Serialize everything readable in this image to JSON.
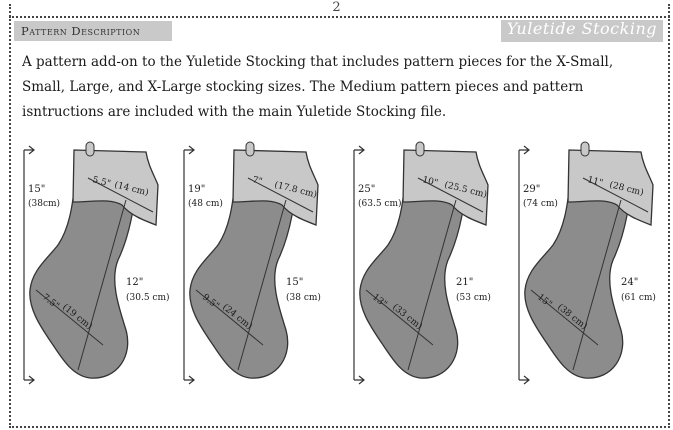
{
  "page": {
    "number": "2",
    "section_title": "Pattern Description",
    "brand_title": "Yuletide Stocking",
    "intro_text": "A pattern add-on to the Yuletide Stocking that includes pattern pieces for the X-Small, Small, Large, and X-Large stocking sizes.  The Medium pattern pieces and pattern isntructions are included with the main Yuletide Stocking file."
  },
  "stockings": [
    {
      "height": "15\"",
      "height_cm": "(38cm)",
      "cuff": "5.5\"",
      "cuff_cm": "(14 cm)",
      "leg": "12\"",
      "leg_cm": "(30.5 cm)",
      "foot": "7.5\"",
      "foot_cm": "(19 cm)"
    },
    {
      "height": "19\"",
      "height_cm": "(48 cm)",
      "cuff": "7\"",
      "cuff_cm": "(17.8 cm)",
      "leg": "15\"",
      "leg_cm": "(38 cm)",
      "foot": "9.5\"",
      "foot_cm": "(24 cm)"
    },
    {
      "height": "25\"",
      "height_cm": "(63.5 cm)",
      "cuff": "10\"",
      "cuff_cm": "(25.5 cm)",
      "leg": "21\"",
      "leg_cm": "(53 cm)",
      "foot": "13\"",
      "foot_cm": "(33 cm)"
    },
    {
      "height": "29\"",
      "height_cm": "(74 cm)",
      "cuff": "11\"",
      "cuff_cm": "(28 cm)",
      "leg": "24\"",
      "leg_cm": "(61 cm)",
      "foot": "15\"",
      "foot_cm": "(38 cm)"
    }
  ],
  "colors": {
    "body": "#8c8c8c",
    "cuff": "#c8c8c8",
    "outline": "#333333",
    "header_bar": "#c9c9c9"
  }
}
